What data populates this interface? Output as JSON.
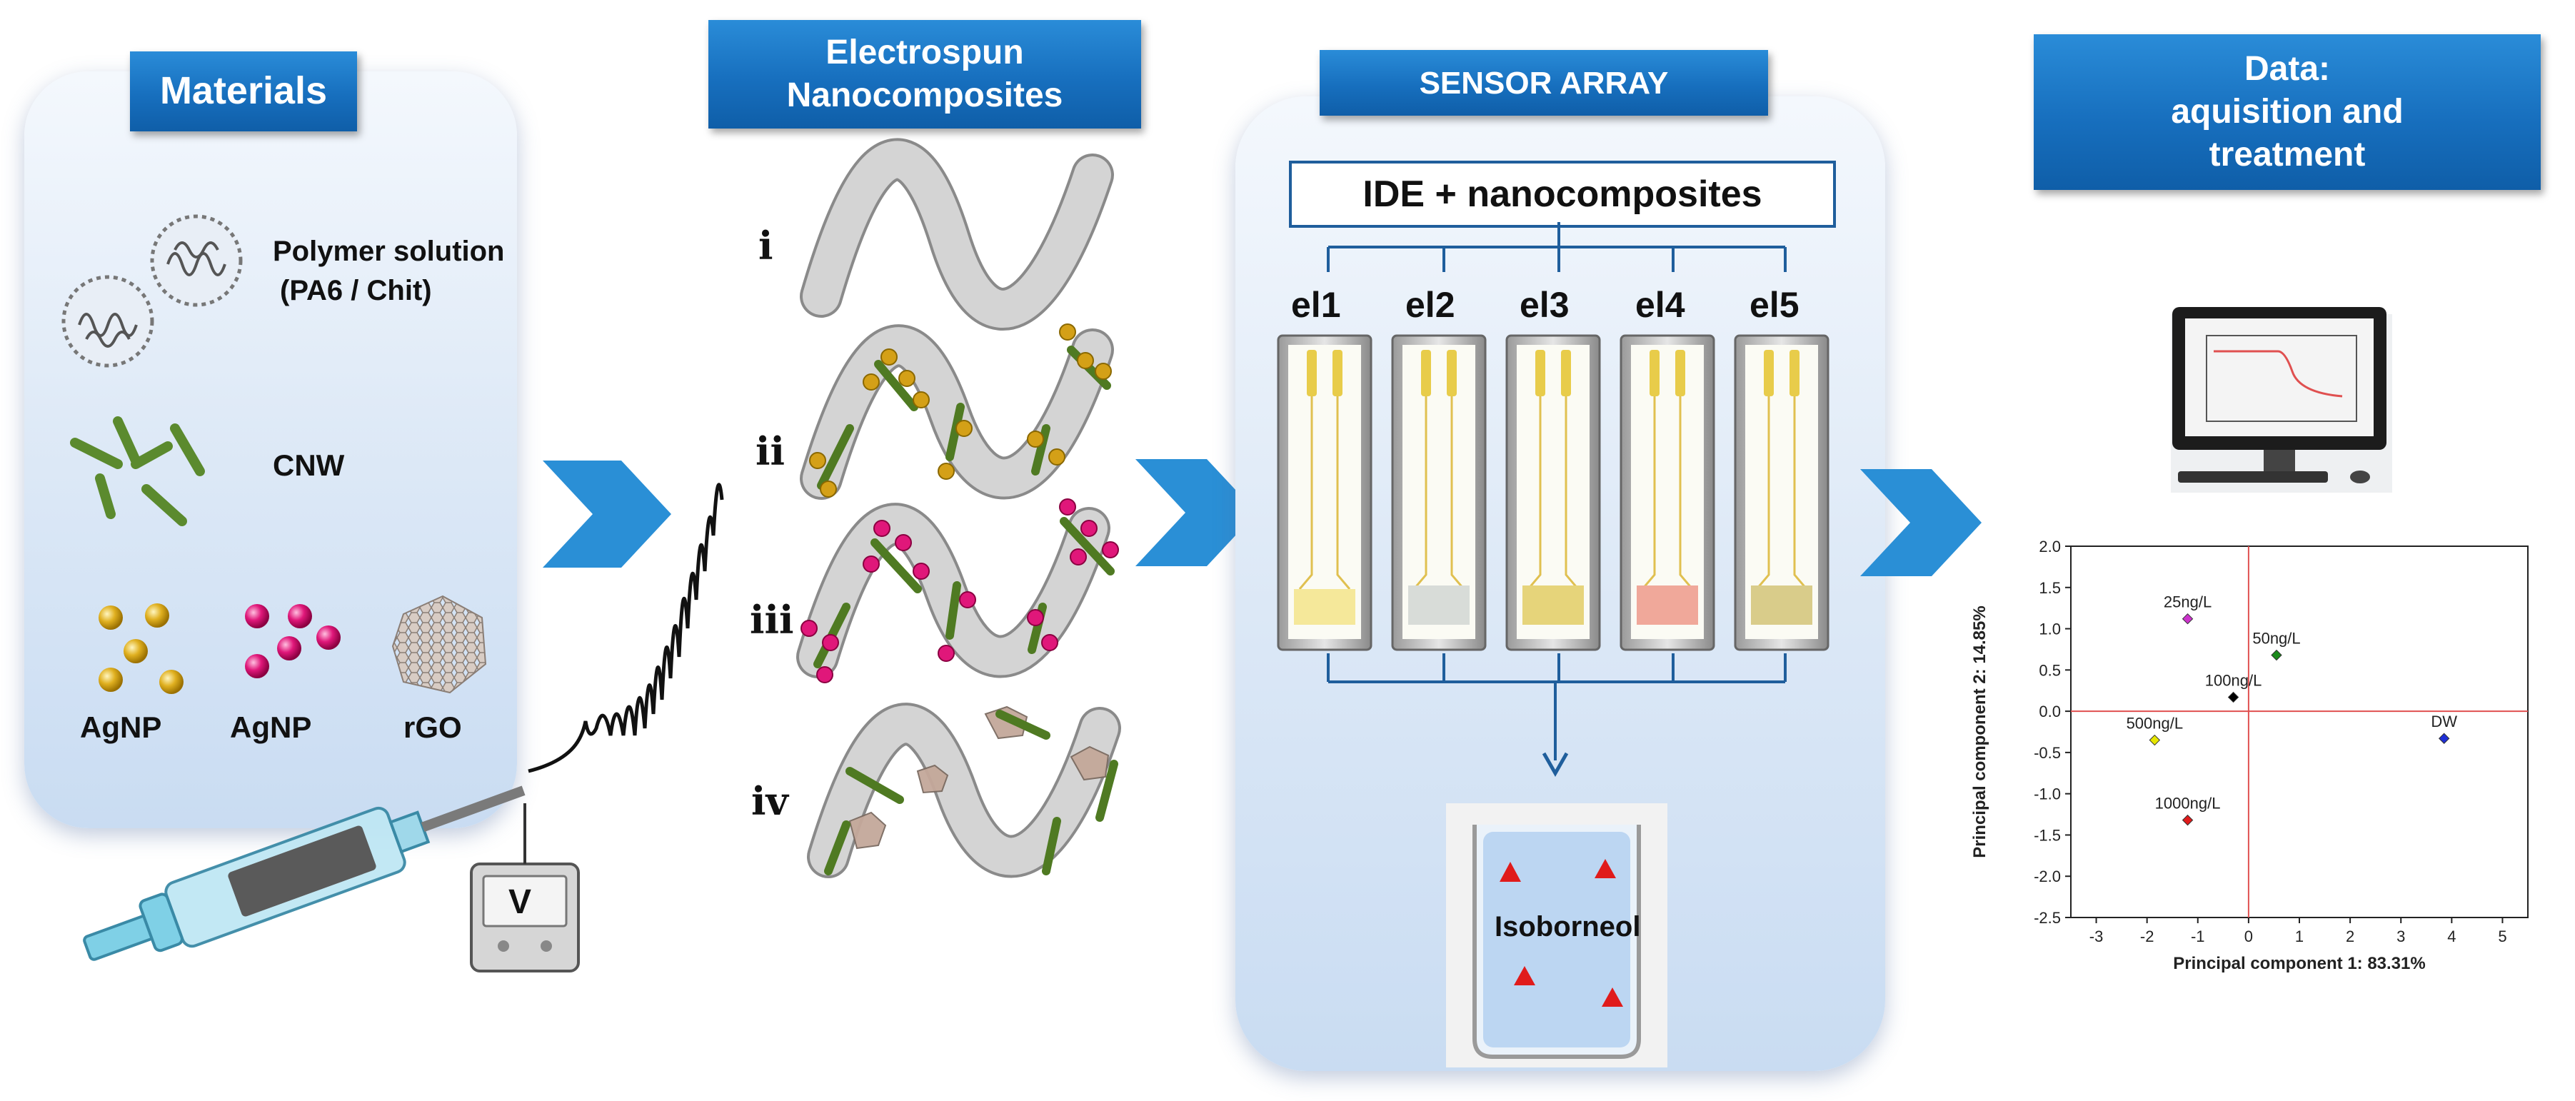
{
  "materials": {
    "title": "Materials",
    "polymer_line1": "Polymer solution",
    "polymer_line2": "(PA6 / Chit)",
    "cnw": "CNW",
    "agnp_1": "AgNP",
    "agnp_2": "AgNP",
    "rgo": "rGO"
  },
  "electrospun": {
    "title": "Electrospun\nNanocomposites",
    "labels": [
      "i",
      "ii",
      "iii",
      "iv"
    ],
    "voltmeter": "V"
  },
  "sensor": {
    "title": "SENSOR ARRAY",
    "ide": "IDE + nanocomposites",
    "electrodes": [
      "el1",
      "el2",
      "el3",
      "el4",
      "el5"
    ],
    "beaker_label": "Isoborneol"
  },
  "data_panel": {
    "title": "Data:\naquisition and\ntreatment"
  },
  "colors": {
    "banner": "#176fbe",
    "fiber": "#c8c8c8",
    "cnw": "#5b8a2e",
    "gold": "#d4a017",
    "pink": "#e0177a",
    "arrow": "#2a8fd6"
  },
  "chart_data": {
    "type": "scatter",
    "xlabel": "Principal component 1: 83.31%",
    "ylabel": "Principal component 2: 14.85%",
    "xlim": [
      -3.5,
      5.5
    ],
    "ylim": [
      -2.5,
      2.0
    ],
    "xticks": [
      -3,
      -2,
      -1,
      0,
      1,
      2,
      3,
      4,
      5
    ],
    "yticks": [
      -2.5,
      -2.0,
      -1.5,
      -1.0,
      -0.5,
      0.0,
      0.5,
      1.0,
      1.5,
      2.0
    ],
    "points": [
      {
        "label": "25ng/L",
        "x": -1.2,
        "y": 1.12,
        "color": "#cc33cc"
      },
      {
        "label": "50ng/L",
        "x": 0.55,
        "y": 0.68,
        "color": "#1b8a1b"
      },
      {
        "label": "100ng/L",
        "x": -0.3,
        "y": 0.17,
        "color": "#000000"
      },
      {
        "label": "500ng/L",
        "x": -1.85,
        "y": -0.35,
        "color": "#e6e600"
      },
      {
        "label": "DW",
        "x": 3.85,
        "y": -0.33,
        "color": "#1f2fd6"
      },
      {
        "label": "1000ng/L",
        "x": -1.2,
        "y": -1.32,
        "color": "#e01b1b"
      }
    ]
  }
}
